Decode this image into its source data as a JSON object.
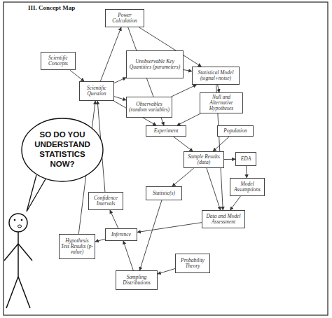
{
  "diagram": {
    "title": "III. Concept Map",
    "nodes": [
      {
        "text": [
          "Power Calculation"
        ]
      },
      {
        "text": [
          "Scientific Concepts"
        ]
      },
      {
        "text": [
          "Unobservable Key Quantities (parameters)"
        ]
      },
      {
        "text": [
          "Scientific Question"
        ]
      },
      {
        "text": [
          "Statistical Model (signal+noise)"
        ]
      },
      {
        "text": [
          "Observables (random variables)"
        ]
      },
      {
        "text": [
          "Null and Alternative Hypotheses"
        ]
      },
      {
        "text": [
          "SO DO YOU UNDERSTAND STATISTICS NOW?"
        ]
      },
      {
        "text": [
          "Experiment"
        ]
      },
      {
        "text": [
          "Population"
        ]
      },
      {
        "text": [
          "Sample Results (data)"
        ]
      },
      {
        "text": [
          "EDA"
        ]
      },
      {
        "text": [
          "Model Assumptions"
        ]
      },
      {
        "text": [
          "Statistic(s)"
        ]
      },
      {
        "text": [
          "Confidence Intervals"
        ]
      },
      {
        "text": [
          "Data and Model Assessment"
        ]
      },
      {
        "text": [
          "Inference"
        ]
      },
      {
        "text": [
          "Hypothesis Test Results (p-value)"
        ]
      },
      {
        "text": [
          "Probability Theory"
        ]
      },
      {
        "text": [
          "Sampling Distributions"
        ]
      }
    ],
    "edges": [
      {
        "from": 1,
        "to": 3,
        "arrow": "to"
      },
      {
        "from": 3,
        "to": 2,
        "arrow": "to"
      },
      {
        "from": 3,
        "to": 5,
        "arrow": "to"
      },
      {
        "from": 3,
        "to": 0,
        "arrow": "to"
      },
      {
        "from": 0,
        "to": 4,
        "arrow": "to"
      },
      {
        "from": 0,
        "to": 8,
        "arrow": "to"
      },
      {
        "from": 2,
        "to": 4,
        "arrow": "to"
      },
      {
        "from": 5,
        "to": 4,
        "arrow": "to"
      },
      {
        "from": 4,
        "to": 6,
        "arrow": "to"
      },
      {
        "from": 6,
        "to": 8,
        "arrow": "to"
      },
      {
        "from": 3,
        "to": 8,
        "arrow": "to"
      },
      {
        "from": 8,
        "to": 10,
        "arrow": "to"
      },
      {
        "from": 9,
        "to": 10,
        "arrow": "to"
      },
      {
        "from": 10,
        "to": 11,
        "arrow": "to"
      },
      {
        "from": 11,
        "to": 12,
        "arrow": "to"
      },
      {
        "from": 12,
        "to": 15,
        "arrow": "to"
      },
      {
        "from": 10,
        "to": 15,
        "arrow": "to"
      },
      {
        "from": 10,
        "to": 13,
        "arrow": "to"
      },
      {
        "from": 13,
        "to": 19,
        "arrow": "to"
      },
      {
        "from": 18,
        "to": 19,
        "arrow": "to"
      },
      {
        "from": 19,
        "to": 16,
        "arrow": "to"
      },
      {
        "from": 15,
        "to": 16,
        "arrow": "to"
      },
      {
        "from": 16,
        "to": 14,
        "arrow": "to"
      },
      {
        "from": 16,
        "to": 17,
        "arrow": "to"
      },
      {
        "from": 14,
        "to": 3,
        "arrow": "to"
      },
      {
        "from": 17,
        "to": 3,
        "arrow": "to"
      },
      {
        "from": 4,
        "to": 15,
        "arrow": "to"
      }
    ]
  }
}
